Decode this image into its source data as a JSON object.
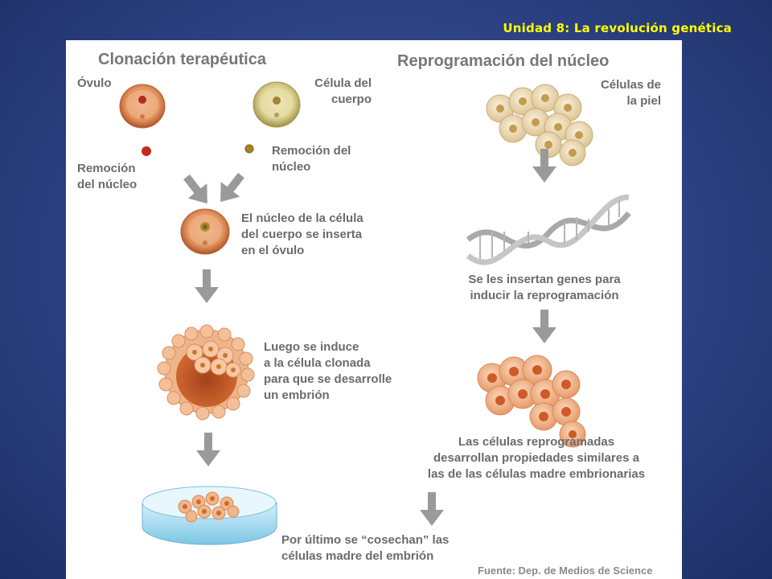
{
  "slide_title": "Unidad 8: La revolución genética",
  "left": {
    "header": "Clonación terapéutica",
    "ovulo_label": "Óvulo",
    "body_cell_label": "Célula del\ncuerpo",
    "removal_left": "Remoción\ndel núcleo",
    "removal_right": "Remoción del\nnúcleo",
    "insert_text": "El núcleo de la célula\ndel cuerpo se inserta\nen el óvulo",
    "induce_text": "Luego se induce\na la célula clonada\npara que se desarrolle\nun embrión",
    "harvest_text": "Por último se “cosechan” las\ncélulas madre del embrión"
  },
  "right": {
    "header": "Reprogramación del núcleo",
    "skin_label": "Células de\nla piel",
    "genes_text": "Se les insertan genes para\ninducir la reprogramación",
    "reprogrammed_text": "Las células reprogramadas\ndesarrollan propiedades similares a\nlas de las células madre embrionarias"
  },
  "source": "Fuente: Dep. de Medios de Science",
  "colors": {
    "background": "#2c4283",
    "title": "#ffff00",
    "text": "#6b6b6b",
    "arrow": "#9a9a9a",
    "ovum": "#c86a3a",
    "body_cell": "#cfc27a",
    "skin_cell": "#ecd9b0",
    "reprogrammed_cell": "#f0b58a"
  }
}
